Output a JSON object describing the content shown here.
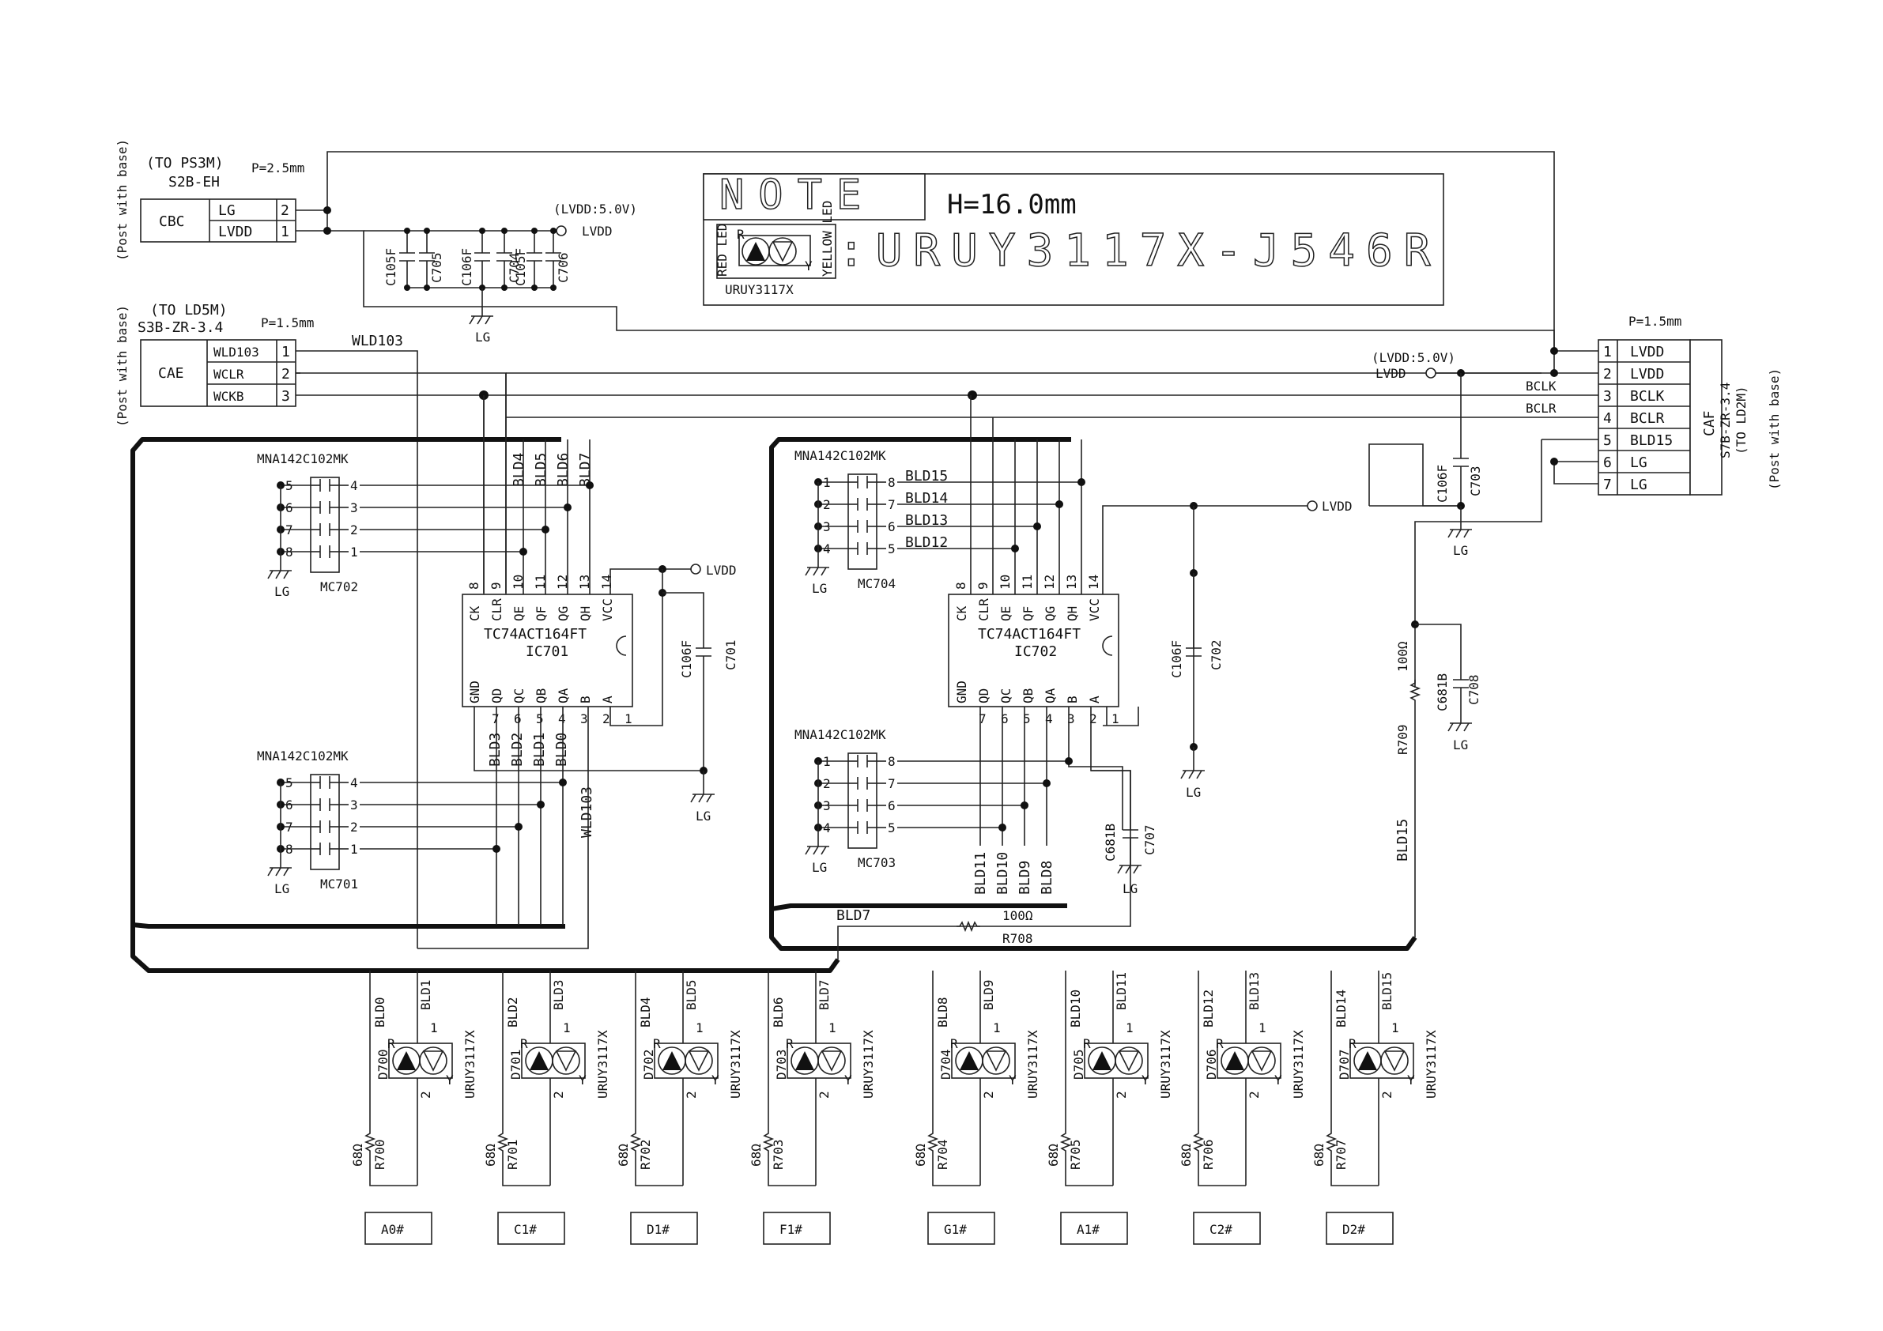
{
  "note": {
    "title": "NOTE",
    "height": "H=16.0mm",
    "part": ":URUY3117X-J546R",
    "red_led": "RED LED",
    "yellow_led": "YELLOW LED",
    "sub": "URUY3117X",
    "r": "R",
    "y": "Y"
  },
  "cbc": {
    "to": "(TO PS3M)",
    "pitch": "P=2.5mm",
    "type": "S2B-EH",
    "name": "CBC",
    "post": "(Post with base)",
    "pins": [
      {
        "sig": "LG",
        "num": "2"
      },
      {
        "sig": "LVDD",
        "num": "1"
      }
    ]
  },
  "cae": {
    "to": "(TO LD5M)",
    "pitch": "P=1.5mm",
    "type": "S3B-ZR-3.4",
    "name": "CAE",
    "post": "(Post with base)",
    "pins": [
      {
        "sig": "WLD103",
        "num": "1"
      },
      {
        "sig": "WCLR",
        "num": "2"
      },
      {
        "sig": "WCKB",
        "num": "3"
      }
    ],
    "net": "WLD103"
  },
  "caf": {
    "pitch": "P=1.5mm",
    "name": "CAF",
    "type": "S7B-ZR-3.4",
    "to": "(TO LD2M)",
    "post": "(Post with base)",
    "pins": [
      {
        "sig": "LVDD",
        "num": "1"
      },
      {
        "sig": "LVDD",
        "num": "2"
      },
      {
        "sig": "BCLK",
        "num": "3"
      },
      {
        "sig": "BCLR",
        "num": "4"
      },
      {
        "sig": "BLD15",
        "num": "5"
      },
      {
        "sig": "LG",
        "num": "6"
      },
      {
        "sig": "LG",
        "num": "7"
      }
    ]
  },
  "power": {
    "lvdd_note": "(LVDD:5.0V)",
    "lvdd": "LVDD",
    "lg": "LG",
    "bclk": "BCLK",
    "bclr": "BCLR"
  },
  "caps_top": [
    "C105F",
    "C705",
    "C106F",
    "C704",
    "C105F",
    "C706"
  ],
  "cap_right": [
    "C106F",
    "C703"
  ],
  "ic701": {
    "part": "TC74ACT164FT",
    "ref": "IC701",
    "top_pins": [
      "8",
      "9",
      "10",
      "11",
      "12",
      "13",
      "14"
    ],
    "top_names": [
      "CK",
      "CLR",
      "QE",
      "QF",
      "QG",
      "QH",
      "VCC"
    ],
    "bot_pins": [
      "7",
      "6",
      "5",
      "4",
      "3",
      "2",
      "1"
    ],
    "bot_names": [
      "GND",
      "QD",
      "QC",
      "QB",
      "QA",
      "B",
      "A"
    ],
    "top_nets": [
      "BLD4",
      "BLD5",
      "BLD6",
      "BLD7"
    ],
    "bot_nets": [
      "BLD3",
      "BLD2",
      "BLD1",
      "BLD0"
    ],
    "net_b": "WLD103",
    "cap": [
      "C106F",
      "C701"
    ]
  },
  "ic702": {
    "part": "TC74ACT164FT",
    "ref": "IC702",
    "top_pins": [
      "8",
      "9",
      "10",
      "11",
      "12",
      "13",
      "14"
    ],
    "top_names": [
      "CK",
      "CLR",
      "QE",
      "QF",
      "QG",
      "QH",
      "VCC"
    ],
    "bot_pins": [
      "7",
      "6",
      "5",
      "4",
      "3",
      "2",
      "1"
    ],
    "bot_names": [
      "GND",
      "QD",
      "QC",
      "QB",
      "QA",
      "B",
      "A"
    ],
    "cap": [
      "C106F",
      "C702"
    ]
  },
  "mc702": {
    "part": "MNA142C102MK",
    "ref": "MC702",
    "left": [
      "5",
      "6",
      "7",
      "8"
    ],
    "right": [
      "4",
      "3",
      "2",
      "1"
    ]
  },
  "mc701": {
    "part": "MNA142C102MK",
    "ref": "MC701",
    "left": [
      "5",
      "6",
      "7",
      "8"
    ],
    "right": [
      "4",
      "3",
      "2",
      "1"
    ]
  },
  "mc704": {
    "part": "MNA142C102MK",
    "ref": "MC704",
    "left": [
      "1",
      "2",
      "3",
      "4"
    ],
    "right": [
      "8",
      "7",
      "6",
      "5"
    ],
    "nets": [
      "BLD15",
      "BLD14",
      "BLD13",
      "BLD12"
    ]
  },
  "mc703": {
    "part": "MNA142C102MK",
    "ref": "MC703",
    "left": [
      "1",
      "2",
      "3",
      "4"
    ],
    "right": [
      "8",
      "7",
      "6",
      "5"
    ],
    "nets": [
      "BLD11",
      "BLD10",
      "BLD9",
      "BLD8"
    ]
  },
  "c707": [
    "C681B",
    "C707"
  ],
  "c708": [
    "C681B",
    "C708"
  ],
  "r708": {
    "val": "100Ω",
    "ref": "R708",
    "net": "BLD7"
  },
  "r709": {
    "val": "100Ω",
    "ref": "R709",
    "net": "BLD15"
  },
  "leds": [
    {
      "ref": "D700",
      "pa": "BLD0",
      "pb": "BLD1",
      "r": "R700",
      "note": "A0#"
    },
    {
      "ref": "D701",
      "pa": "BLD2",
      "pb": "BLD3",
      "r": "R701",
      "note": "C1#"
    },
    {
      "ref": "D702",
      "pa": "BLD4",
      "pb": "BLD5",
      "r": "R702",
      "note": "D1#"
    },
    {
      "ref": "D703",
      "pa": "BLD6",
      "pb": "BLD7",
      "r": "R703",
      "note": "F1#"
    },
    {
      "ref": "D704",
      "pa": "BLD8",
      "pb": "BLD9",
      "r": "R704",
      "note": "G1#"
    },
    {
      "ref": "D705",
      "pa": "BLD10",
      "pb": "BLD11",
      "r": "R705",
      "note": "A1#"
    },
    {
      "ref": "D706",
      "pa": "BLD12",
      "pb": "BLD13",
      "r": "R706",
      "note": "C2#"
    },
    {
      "ref": "D707",
      "pa": "BLD14",
      "pb": "BLD15",
      "r": "R707",
      "note": "D2#"
    }
  ],
  "led_part": "URUY3117X",
  "led_res": "68Ω",
  "led_pin1": "1",
  "led_pin2": "2"
}
